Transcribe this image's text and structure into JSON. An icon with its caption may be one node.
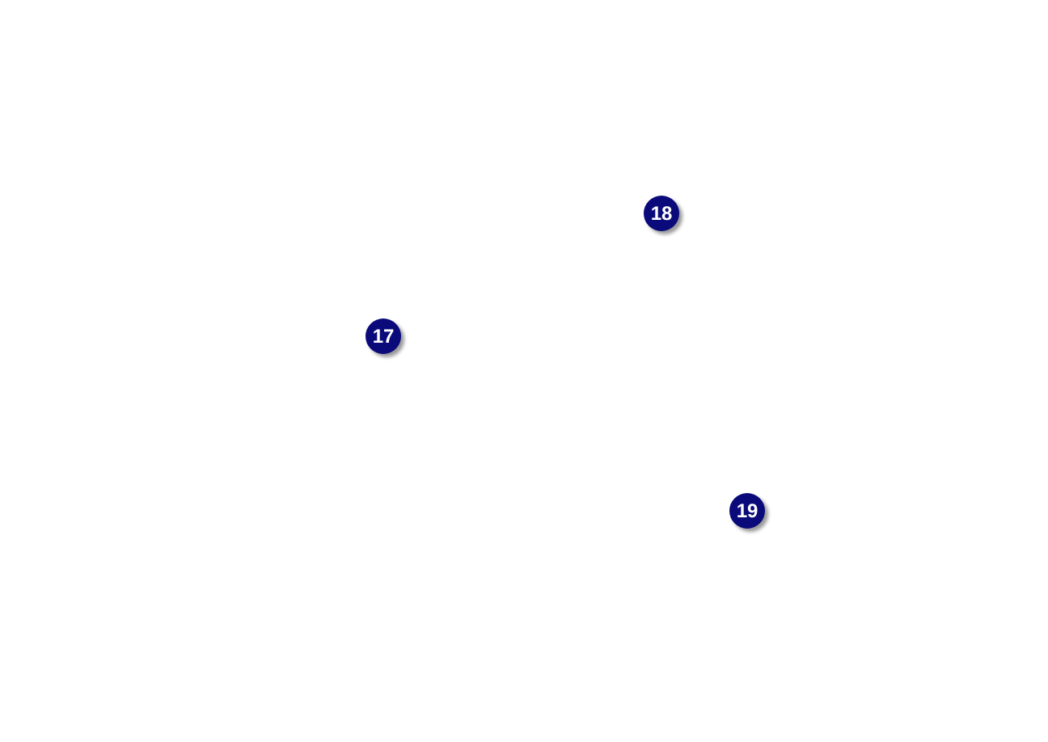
{
  "diagram": {
    "nodes": [
      {
        "text": [
          "18"
        ]
      },
      {
        "text": [
          "17"
        ]
      },
      {
        "text": [
          "19"
        ]
      }
    ]
  }
}
